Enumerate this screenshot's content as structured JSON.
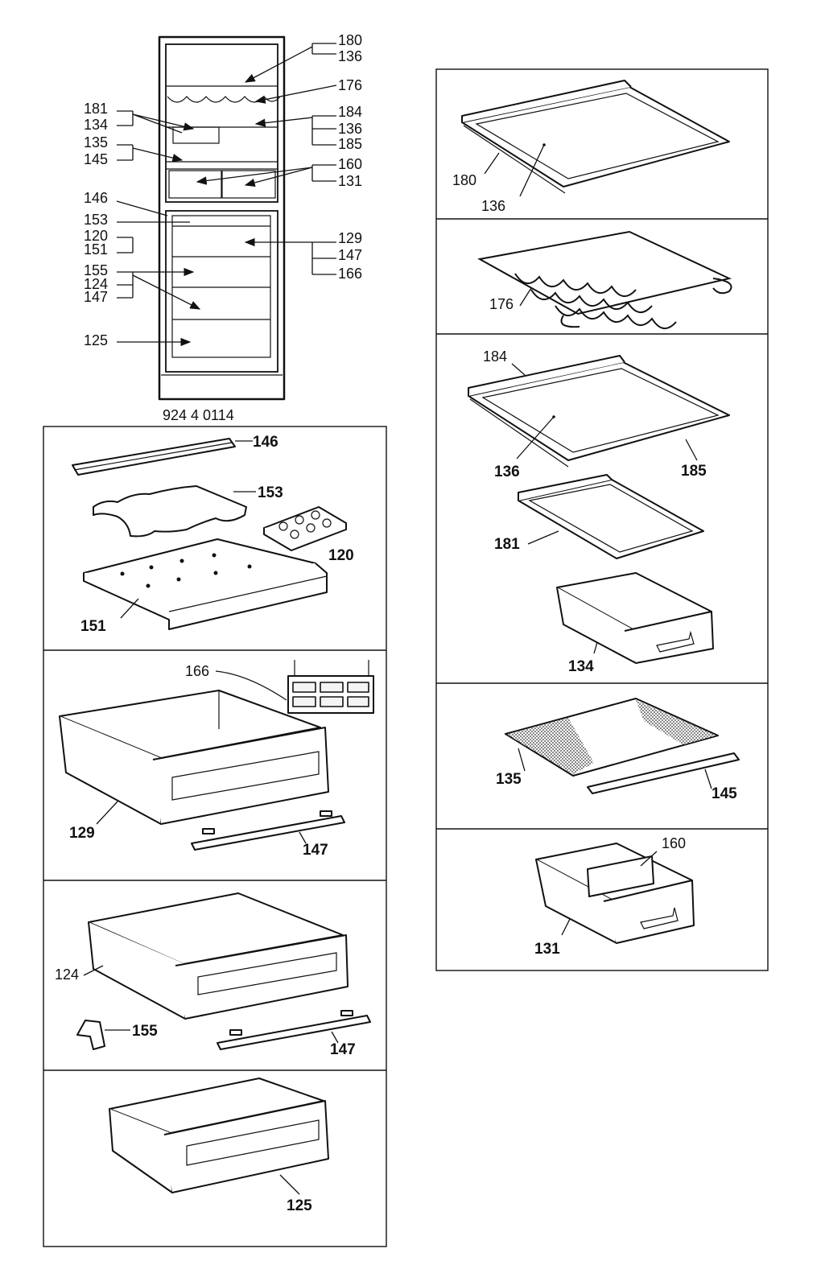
{
  "model_number": "924 4 0114",
  "overview_labels": {
    "l180": "180",
    "l136a": "136",
    "l176": "176",
    "l181": "181",
    "l134": "134",
    "l184": "184",
    "l136b": "136",
    "l185": "185",
    "l135": "135",
    "l145": "145",
    "l160": "160",
    "l131": "131",
    "l146": "146",
    "l153": "153",
    "l120": "120",
    "l151": "151",
    "l129": "129",
    "l147a": "147",
    "l166": "166",
    "l155": "155",
    "l124": "124",
    "l147b": "147",
    "l125": "125"
  },
  "panel_labels": {
    "p146": "146",
    "p153": "153",
    "p120": "120",
    "p151": "151",
    "p166": "166",
    "p129": "129",
    "p147a": "147",
    "p124": "124",
    "p155": "155",
    "p147b": "147",
    "p125": "125",
    "p180": "180",
    "p136a": "136",
    "p176": "176",
    "p184": "184",
    "p136b": "136",
    "p185": "185",
    "p181": "181",
    "p134": "134",
    "p135": "135",
    "p145": "145",
    "p160": "160",
    "p131": "131"
  }
}
